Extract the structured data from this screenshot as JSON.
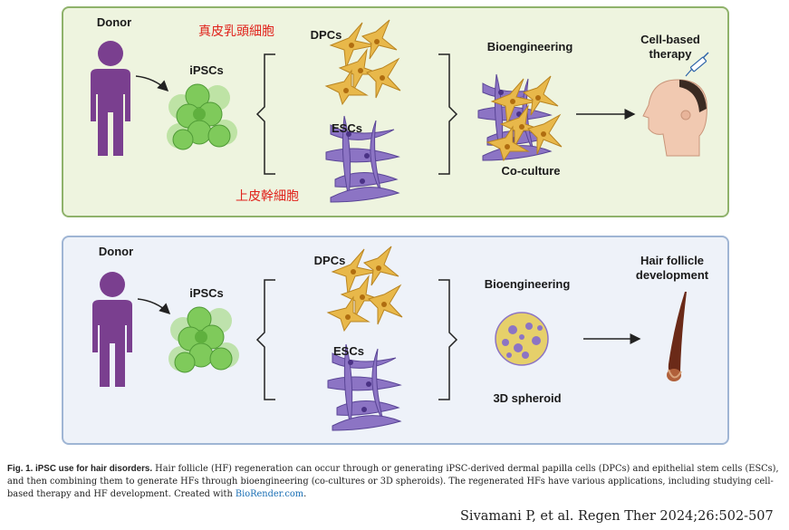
{
  "top_panel": {
    "donor": "Donor",
    "ipscs": "iPSCs",
    "dpcs": "DPCs",
    "escs": "ESCs",
    "bioengineering": "Bioengineering",
    "coculture": "Co-culture",
    "therapy_line1": "Cell-based",
    "therapy_line2": "therapy",
    "cjk_dpc": "真皮乳頭細胞",
    "cjk_esc": "上皮幹細胞"
  },
  "bottom_panel": {
    "donor": "Donor",
    "ipscs": "iPSCs",
    "dpcs": "DPCs",
    "escs": "ESCs",
    "bioengineering": "Bioengineering",
    "spheroid": "3D spheroid",
    "hf_line1": "Hair follicle",
    "hf_line2": "development"
  },
  "caption": {
    "fig_label": "Fig. 1.  iPSC use for hair disorders.",
    "text": " Hair follicle (HF) regeneration can occur through or generating iPSC-derived dermal papilla cells (DPCs) and epithelial stem cells (ESCs), and then combining them to generate HFs through bioengineering (co-cultures or 3D spheroids). The regenerated HFs have various applications, including studying cell-based therapy and HF development. Created with ",
    "link": "BioRender.com",
    "end": "."
  },
  "citation": "Sivamani P, et al. Regen Ther 2024;26:502-507",
  "colors": {
    "person": "#7a3f8f",
    "ipsc": "#8fd06a",
    "dpc": "#e8b84a",
    "esc": "#8c74c4",
    "top_bg": "#eef4df",
    "bottom_bg": "#eef2f9",
    "cjk": "#e0221b"
  }
}
